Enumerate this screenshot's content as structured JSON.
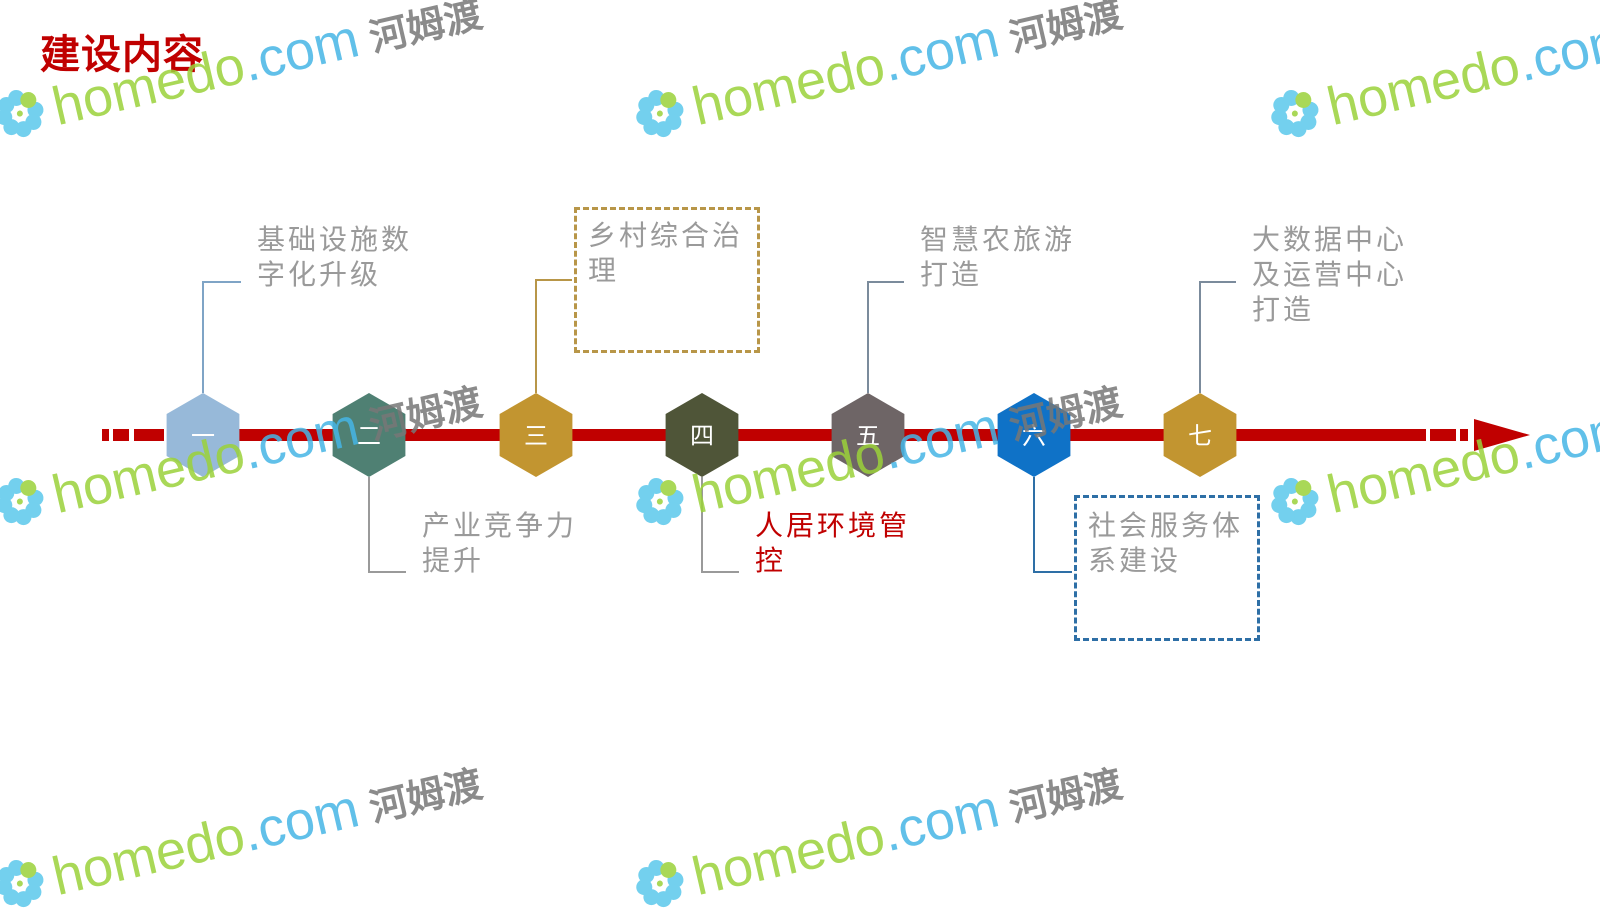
{
  "slide": {
    "title": "建设内容",
    "steps": [
      {
        "num": "一",
        "label_lines": [
          "基础设施数",
          "字化升级"
        ],
        "color": "#97b9d9",
        "position": "above",
        "boxed": false,
        "highlight": false
      },
      {
        "num": "二",
        "label_lines": [
          "产业竞争力",
          "提升"
        ],
        "color": "#4f8073",
        "position": "below",
        "boxed": false,
        "highlight": false
      },
      {
        "num": "三",
        "label_lines": [
          "乡村综合治",
          "理"
        ],
        "color": "#c29530",
        "position": "above",
        "boxed": true,
        "box_color": "#b89648",
        "highlight": false
      },
      {
        "num": "四",
        "label_lines": [
          "人居环境管",
          "控"
        ],
        "color": "#4f5538",
        "position": "below",
        "boxed": false,
        "highlight": true
      },
      {
        "num": "五",
        "label_lines": [
          "智慧农旅游",
          "打造"
        ],
        "color": "#6e6566",
        "position": "above",
        "boxed": false,
        "highlight": false
      },
      {
        "num": "六",
        "label_lines": [
          "社会服务体",
          "系建设"
        ],
        "color": "#0f72c7",
        "position": "below",
        "boxed": true,
        "box_color": "#2e6fa6",
        "highlight": false
      },
      {
        "num": "七",
        "label_lines": [
          "大数据中心",
          "及运营中心",
          "打造"
        ],
        "color": "#c29530",
        "position": "above",
        "boxed": false,
        "highlight": false
      }
    ],
    "arrow_color": "#c00000",
    "highlight_color": "#c00000"
  },
  "watermark": {
    "site": "homedo",
    "domain": ".com",
    "brand_cn": "河姆渡",
    "icon": "flower-logo-icon"
  }
}
